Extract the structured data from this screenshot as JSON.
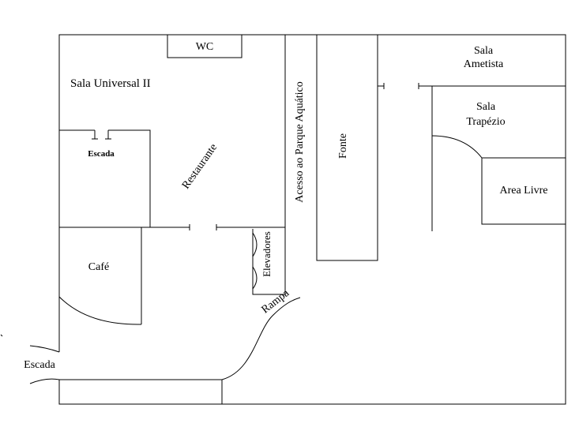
{
  "colors": {
    "ink": "#000000",
    "paper": "#ffffff"
  },
  "rooms": {
    "wc": "WC",
    "sala_universal": "Sala Universal II",
    "escada_inner": "Escada",
    "restaurante": "Restaurante",
    "acesso": "Acesso ao Parque Aquático",
    "fonte": "Fonte",
    "sala_ametista_1": "Sala",
    "sala_ametista_2": "Ametista",
    "sala_trapezio_1": "Sala",
    "sala_trapezio_2": "Trapézio",
    "area_livre": "Area Livre",
    "cafe": "Café",
    "elevadores": "Elevadores",
    "rampa": "Rampa",
    "escada_outer": "Escada"
  }
}
